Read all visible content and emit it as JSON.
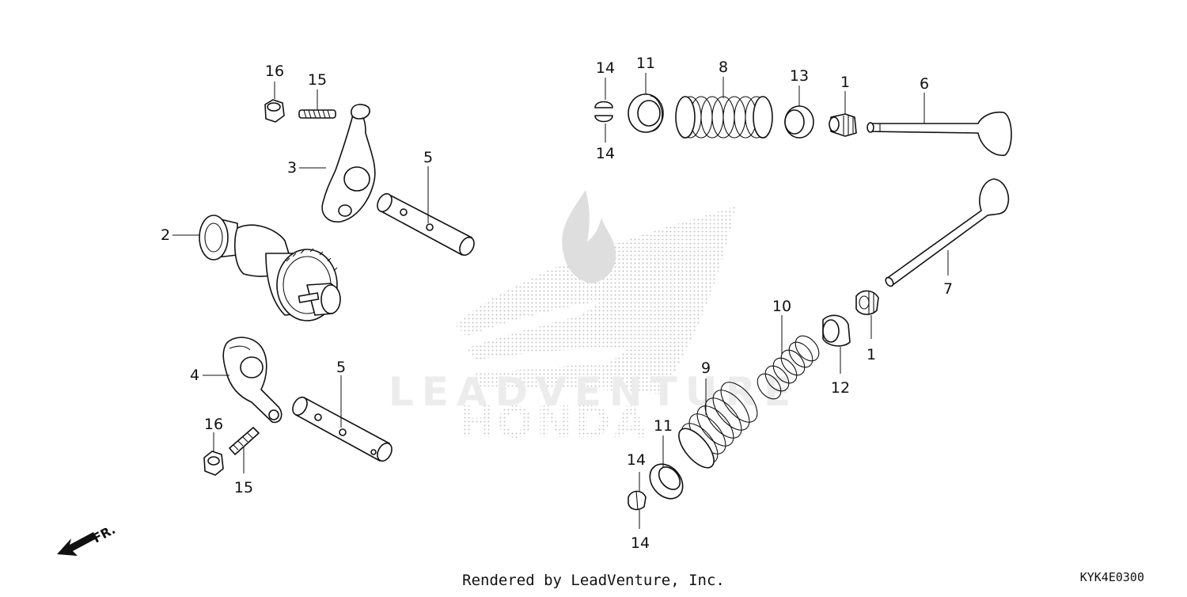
{
  "diagram": {
    "callouts": {
      "c16_top": "16",
      "c15_top": "15",
      "c3": "3",
      "c5_top": "5",
      "c2": "2",
      "c4": "4",
      "c5_bottom": "5",
      "c16_bottom": "16",
      "c15_bottom": "15",
      "c14_tl": "14",
      "c14_bl": "14",
      "c11_top": "11",
      "c8": "8",
      "c13": "13",
      "c1_top": "1",
      "c6": "6",
      "c7": "7",
      "c1_bottom": "1",
      "c10": "10",
      "c12": "12",
      "c9": "9",
      "c11_bottom": "11",
      "c14_tr": "14",
      "c14_br": "14"
    },
    "watermark": {
      "brand": "HONDA",
      "text": "LEADVENTURE"
    },
    "direction_label": "FR.",
    "footer": {
      "credit": "Rendered by LeadVenture, Inc.",
      "code": "KYK4E0300"
    }
  }
}
